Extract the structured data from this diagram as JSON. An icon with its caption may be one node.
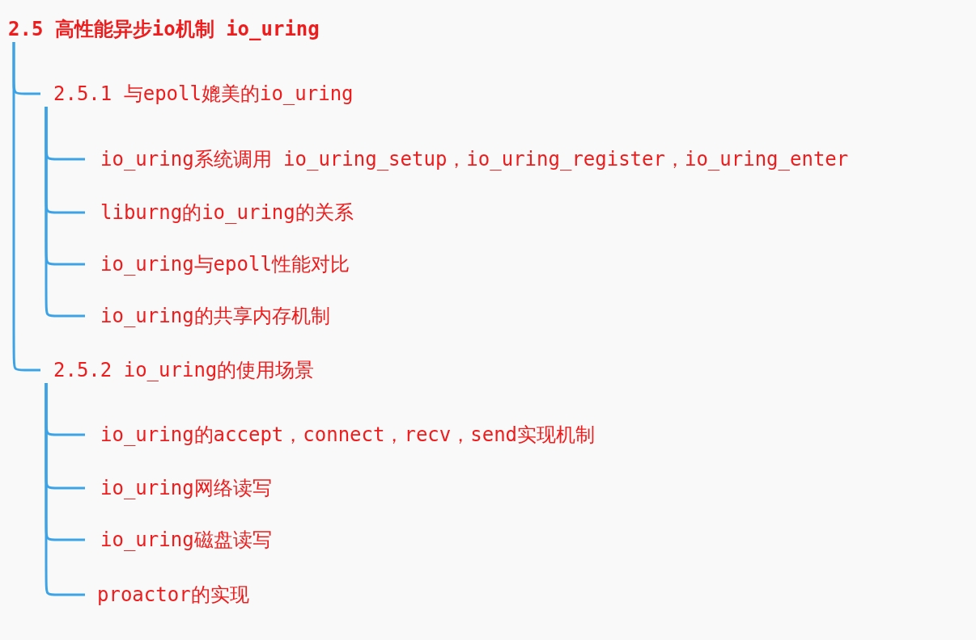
{
  "diagram": {
    "nodes": [
      {
        "text": [
          "2.5 高性能异步io机制 io_uring"
        ]
      },
      {
        "text": [
          "2.5.1 与epoll媲美的io_uring"
        ]
      },
      {
        "text": [
          "io_uring系统调用 io_uring_setup，io_uring_register，io_uring_enter"
        ]
      },
      {
        "text": [
          "liburng的io_uring的关系"
        ]
      },
      {
        "text": [
          "io_uring与epoll性能对比"
        ]
      },
      {
        "text": [
          "io_uring的共享内存机制"
        ]
      },
      {
        "text": [
          "2.5.2 io_uring的使用场景"
        ]
      },
      {
        "text": [
          "io_uring的accept，connect，recv，send实现机制"
        ]
      },
      {
        "text": [
          "io_uring网络读写"
        ]
      },
      {
        "text": [
          "io_uring磁盘读写"
        ]
      },
      {
        "text": [
          "proactor的实现"
        ]
      }
    ],
    "edges": [
      {
        "from": 0,
        "to": 1,
        "arrow": "none"
      },
      {
        "from": 0,
        "to": 6,
        "arrow": "none"
      },
      {
        "from": 1,
        "to": 2,
        "arrow": "none"
      },
      {
        "from": 1,
        "to": 3,
        "arrow": "none"
      },
      {
        "from": 1,
        "to": 4,
        "arrow": "none"
      },
      {
        "from": 1,
        "to": 5,
        "arrow": "none"
      },
      {
        "from": 6,
        "to": 7,
        "arrow": "none"
      },
      {
        "from": 6,
        "to": 8,
        "arrow": "none"
      },
      {
        "from": 6,
        "to": 9,
        "arrow": "none"
      },
      {
        "from": 6,
        "to": 10,
        "arrow": "none"
      }
    ]
  }
}
